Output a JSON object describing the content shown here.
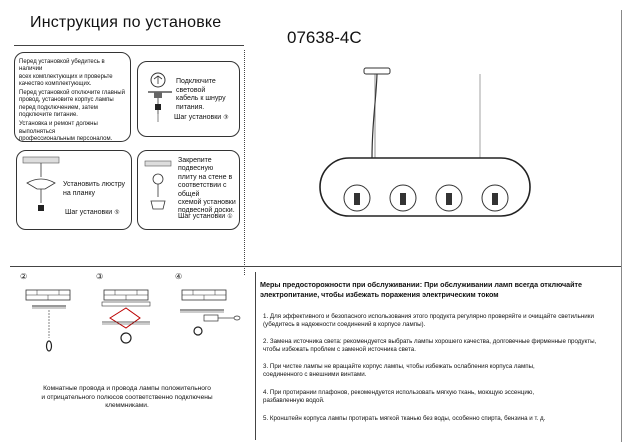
{
  "header": {
    "title": "Инструкция по установке",
    "model": "07638-4C"
  },
  "warnings": {
    "lines": [
      "Перед установкой убедитесь в наличии",
      "всех комплектующих и проверьте",
      "качество комплектующих.",
      "Перед установкой отключите главный",
      "провод, установите корпус лампы",
      "перед подключением, затем",
      "подключите питание.",
      "Установка и ремонт должны выполняться",
      "профессиональным персоналом."
    ]
  },
  "step_panels": {
    "power": {
      "text_1": "Подключите световой",
      "text_2": "кабель к шнуру питания.",
      "caption": "Шаг установки",
      "num": "③"
    },
    "fixture": {
      "text_1": "Установить люстру",
      "text_2": "на планку",
      "caption": "Шаг установки",
      "num": "⑤"
    },
    "plate": {
      "text_1": "Закрепите подвесную",
      "text_2": "плиту на стене в",
      "text_3": "соответствии с общей",
      "text_4": "схемой установки",
      "text_5": "подвесной доски.",
      "caption": "Шаг установки",
      "num": "①"
    }
  },
  "diagram_steps": {
    "s2": "②",
    "s3": "③",
    "s4": "④"
  },
  "footnote": {
    "line_1": "Комнатные провода и провода лампы положительного",
    "line_2": "и отрицательного полюсов соответственно подключены",
    "line_3": "клеммниками."
  },
  "precaution": {
    "line_1": "Меры предосторожности при обслуживании: При обслуживании ламп всегда отключайте",
    "line_2": "электропитание, чтобы избежать поражения электрическим током"
  },
  "items": [
    {
      "l1": "1. Для эффективного и безопасного использования этого продукта регулярно проверяйте и очищайте светильники",
      "l2": "(убедитесь в надежности соединений в корпусе лампы)."
    },
    {
      "l1": "2. Замена источника света: рекомендуется выбрать лампы хорошего качества, долговечные фирменные продукты,",
      "l2": "чтобы избежать проблем с заменой источника света."
    },
    {
      "l1": "3. При чистке лампы не вращайте корпус лампы, чтобы избежать ослабления корпуса лампы,",
      "l2": "соединенного с внешними винтами."
    },
    {
      "l1": "4. При протирании плафонов, рекомендуется использовать мягкую ткань,  моющую эссенцию,",
      "l2": "разбавленную водой."
    },
    {
      "l1": "5. Кронштейн корпуса лампы протирать мягкой тканью без воды, особенно спирта, бензина и т. д.",
      "l2": ""
    }
  ]
}
